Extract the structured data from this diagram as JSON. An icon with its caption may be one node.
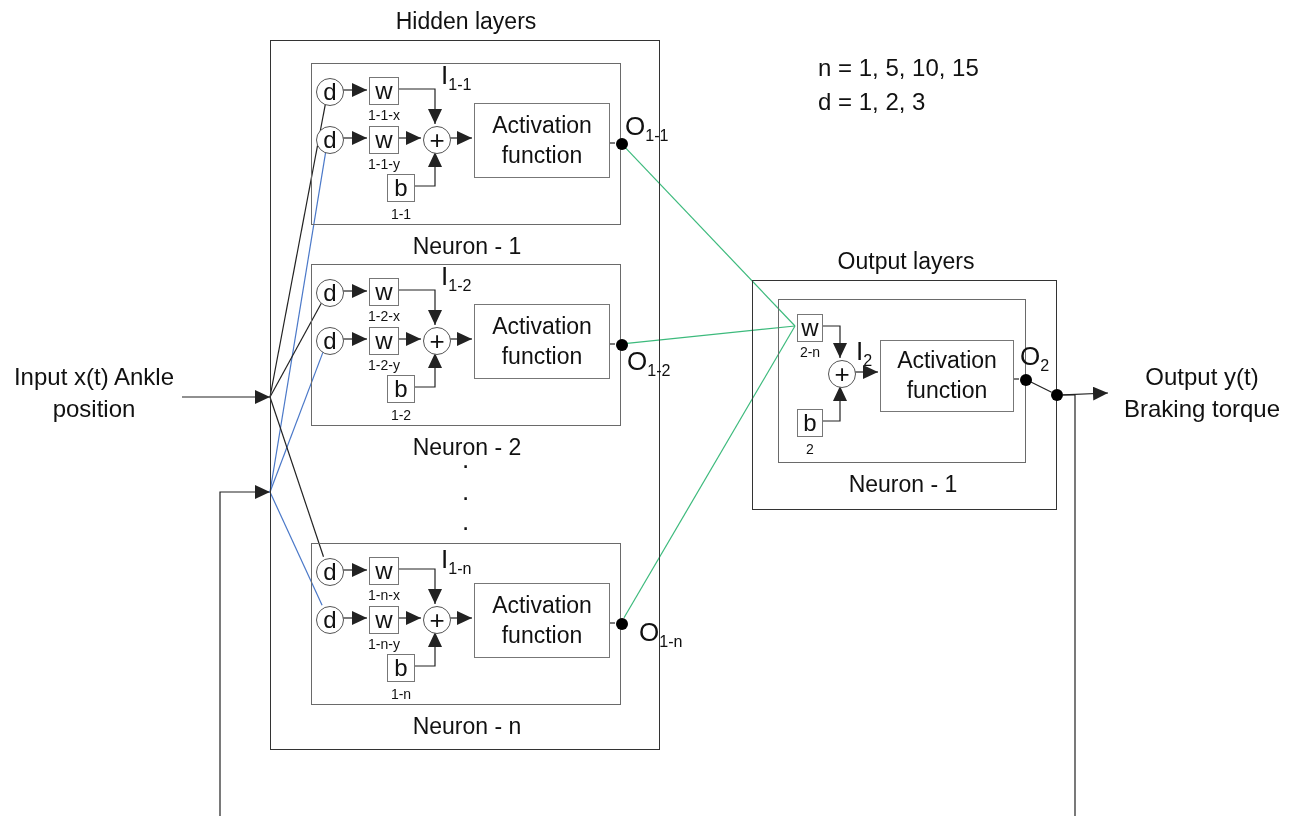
{
  "diagram": {
    "nodes": [
      {
        "text": [
          "Hidden layers"
        ]
      },
      {
        "text": [
          "Neuron - 1"
        ],
        "in": 0
      },
      {
        "text": [
          "d"
        ],
        "in": 1
      },
      {
        "text": [
          "d"
        ],
        "in": 1
      },
      {
        "text": [
          "w"
        ],
        "beside": [
          "1-1-x"
        ],
        "in": 1
      },
      {
        "text": [
          "w"
        ],
        "beside": [
          "1-1-y"
        ],
        "in": 1
      },
      {
        "text": [
          "b"
        ],
        "beside": [
          "1-1"
        ],
        "in": 1
      },
      {
        "text": [
          "+"
        ],
        "in": 1
      },
      {
        "text": [
          "Activation function"
        ],
        "in": 1
      },
      {
        "text": [],
        "shape": "circle",
        "beside": [
          "O$_{1-1}$"
        ],
        "in": 0
      },
      {
        "text": [
          "Neuron - 2"
        ],
        "in": 0
      },
      {
        "text": [
          "d"
        ],
        "in": 10
      },
      {
        "text": [
          "d"
        ],
        "in": 10
      },
      {
        "text": [
          "w"
        ],
        "beside": [
          "1-2-x"
        ],
        "in": 10
      },
      {
        "text": [
          "w"
        ],
        "beside": [
          "1-2-y"
        ],
        "in": 10
      },
      {
        "text": [
          "b"
        ],
        "beside": [
          "1-2"
        ],
        "in": 10
      },
      {
        "text": [
          "+"
        ],
        "in": 10
      },
      {
        "text": [
          "Activation function"
        ],
        "in": 10
      },
      {
        "text": [],
        "shape": "circle",
        "beside": [
          "O$_{1-2}$"
        ],
        "in": 0
      },
      {
        "text": [
          "Neuron - n"
        ],
        "in": 0
      },
      {
        "text": [
          "d"
        ],
        "in": 19
      },
      {
        "text": [
          "d"
        ],
        "in": 19
      },
      {
        "text": [
          "w"
        ],
        "beside": [
          "1-n-x"
        ],
        "in": 19
      },
      {
        "text": [
          "w"
        ],
        "beside": [
          "1-n-y"
        ],
        "in": 19
      },
      {
        "text": [
          "b"
        ],
        "beside": [
          "1-n"
        ],
        "in": 19
      },
      {
        "text": [
          "+"
        ],
        "in": 19
      },
      {
        "text": [
          "Activation function"
        ],
        "in": 19
      },
      {
        "text": [],
        "shape": "circle",
        "beside": [
          "O$_{1-n}$"
        ],
        "in": 0
      },
      {
        "text": [
          "Output layers"
        ]
      },
      {
        "text": [
          "Neuron - 1"
        ],
        "in": 28
      },
      {
        "text": [
          "w"
        ],
        "beside": [
          "2-n"
        ],
        "in": 29
      },
      {
        "text": [
          "b"
        ],
        "beside": [
          "2"
        ],
        "in": 29
      },
      {
        "text": [
          "+"
        ],
        "in": 29
      },
      {
        "text": [
          "Activation function"
        ],
        "in": 29
      },
      {
        "text": [],
        "shape": "circle",
        "beside": [
          "O$_{2}$"
        ],
        "in": 28
      },
      {
        "text": [],
        "shape": "circle"
      },
      {
        "text": [
          "Input x(t) Ankle position"
        ]
      },
      {
        "text": [
          "Output y(t) Braking torque"
        ]
      }
    ],
    "edges": [
      {
        "from": 36,
        "to": 0,
        "arrow": "to"
      },
      {
        "from": null,
        "to": 0,
        "arrow": "to"
      },
      {
        "from": 0,
        "to": 2,
        "arrow": "none"
      },
      {
        "from": 0,
        "to": 3,
        "arrow": "none",
        "color": "#4a78c8"
      },
      {
        "from": 0,
        "to": 11,
        "arrow": "none"
      },
      {
        "from": 0,
        "to": 12,
        "arrow": "none",
        "color": "#4a78c8"
      },
      {
        "from": 0,
        "to": 20,
        "arrow": "none"
      },
      {
        "from": 0,
        "to": 21,
        "arrow": "none",
        "color": "#4a78c8"
      },
      {
        "from": 2,
        "to": 4,
        "arrow": "to"
      },
      {
        "from": 3,
        "to": 5,
        "arrow": "to"
      },
      {
        "from": 4,
        "to": 7,
        "arrow": "to"
      },
      {
        "from": 5,
        "to": 7,
        "arrow": "to"
      },
      {
        "from": 6,
        "to": 7,
        "arrow": "to"
      },
      {
        "from": 7,
        "to": 8,
        "arrow": "to"
      },
      {
        "from": 8,
        "to": 9,
        "arrow": "none"
      },
      {
        "from": 9,
        "to": 30,
        "arrow": "none",
        "color": "#3cba7c"
      },
      {
        "from": 11,
        "to": 13,
        "arrow": "to"
      },
      {
        "from": 12,
        "to": 14,
        "arrow": "to"
      },
      {
        "from": 13,
        "to": 16,
        "arrow": "to"
      },
      {
        "from": 14,
        "to": 16,
        "arrow": "to"
      },
      {
        "from": 15,
        "to": 16,
        "arrow": "to"
      },
      {
        "from": 16,
        "to": 17,
        "arrow": "to"
      },
      {
        "from": 17,
        "to": 18,
        "arrow": "none"
      },
      {
        "from": 18,
        "to": 30,
        "arrow": "none",
        "color": "#3cba7c"
      },
      {
        "from": 20,
        "to": 22,
        "arrow": "to"
      },
      {
        "from": 21,
        "to": 23,
        "arrow": "to"
      },
      {
        "from": 22,
        "to": 25,
        "arrow": "to"
      },
      {
        "from": 23,
        "to": 25,
        "arrow": "to"
      },
      {
        "from": 24,
        "to": 25,
        "arrow": "to"
      },
      {
        "from": 25,
        "to": 26,
        "arrow": "to"
      },
      {
        "from": 26,
        "to": 27,
        "arrow": "none"
      },
      {
        "from": 27,
        "to": 30,
        "arrow": "none",
        "color": "#3cba7c"
      },
      {
        "from": 30,
        "to": 32,
        "arrow": "to"
      },
      {
        "from": 31,
        "to": 32,
        "arrow": "to"
      },
      {
        "from": 32,
        "to": 33,
        "arrow": "to"
      },
      {
        "from": 33,
        "to": 34,
        "arrow": "none"
      },
      {
        "from": 34,
        "to": 35,
        "arrow": "none"
      },
      {
        "from": 35,
        "to": 37,
        "arrow": "to"
      },
      {
        "from": 35,
        "to": null,
        "arrow": "none"
      }
    ],
    "labels": [
      "n = 1, 5, 10, 15",
      "d = 1, 2, 3",
      "I$_{1-1}$",
      "I$_{1-2}$",
      "I$_{2}$",
      ".",
      ".",
      ".",
      "I$_{1-n}$"
    ]
  }
}
